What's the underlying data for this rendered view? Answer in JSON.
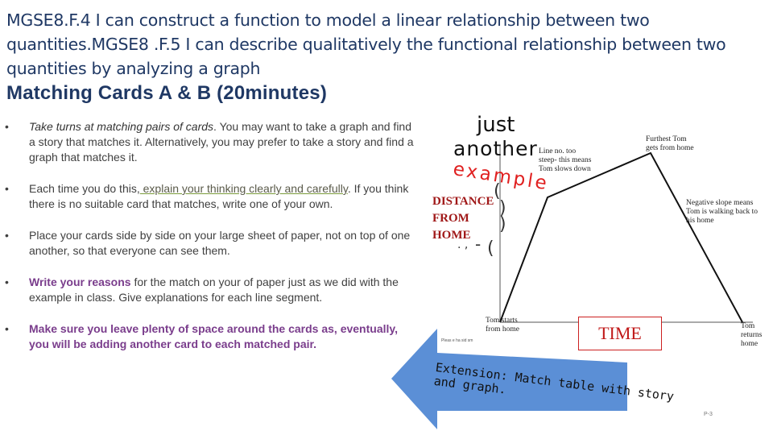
{
  "slide": {
    "title": "MGSE8.F.4 I can construct a function to model a linear relationship between two quantities.MGSE8 .F.5 I can describe qualitatively the functional relationship between two quantities by analyzing a graph",
    "subtitle": "Matching Cards A & B (20minutes)",
    "bullet_symbol": "•",
    "bullets": {
      "b1": {
        "italic": "Take turns at matching pairs of cards",
        "rest": ". You may want to take a graph and find a story that matches it. Alternatively, you may prefer to take a story and find a graph that matches it."
      },
      "b2": {
        "pre": "Each time you do this,",
        "underline": " explain your thinking clearly and carefully",
        "post": ". If you think there is no suitable card that matches, write one of your own."
      },
      "b3": {
        "text": "Place your cards side by side on your large sheet of paper, not on top of one another, so that everyone can see them."
      },
      "b4": {
        "bold": "Write your reasons",
        "rest": " for the match  on your of paper just as we did with the example in class. Give explanations for each line segment."
      },
      "b5": {
        "text": "Make sure you leave plenty of space around the cards as, eventually, you will be adding another card to each matched pair."
      }
    },
    "page_number": "P-3"
  },
  "example": {
    "just": "just",
    "another": "another",
    "example": "example",
    "distance_label": [
      "DISTANCE",
      "FROM",
      "HOME"
    ],
    "brackets": [
      "(",
      ")",
      ")",
      "("
    ],
    "small_marks": ". ,",
    "dash_mark": "-",
    "notes": {
      "segment1": "Line no. too steep- this means Tom slows down",
      "peak": "Furthest Tom gets from home",
      "descent": "Negative slope means Tom is walking back to his home",
      "start": "Tom starts from home",
      "end": "Tom returns home"
    },
    "time_label": "TIME",
    "tiny_caption": "Pleas e ha sid sm"
  },
  "extension": {
    "text": "Extension: Match table with story\nand graph.",
    "arrow_color": "#5b8fd6"
  },
  "colors": {
    "title": "#1f3864",
    "purple": "#7a3d8c",
    "red": "#c01818"
  }
}
